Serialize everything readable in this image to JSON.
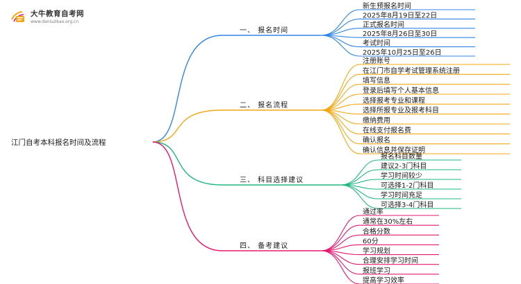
{
  "logo": {
    "brand": "大牛教育自考网",
    "url": "www.daniuzikao.org.cn"
  },
  "root": "江门自考本科报名时间及流程",
  "colors": {
    "blue": "#2f86e8",
    "orange": "#f3a712",
    "green": "#1db67f",
    "pink": "#e5186f"
  },
  "branches": [
    {
      "label": "一、 报名时间",
      "color": "blue",
      "items": [
        "新生预报名时间",
        "2025年8月19日至22日",
        "正式报名时间",
        "2025年8月26日至30日",
        "考试时间",
        "2025年10月25日至26日"
      ]
    },
    {
      "label": "二、 报名流程",
      "color": "orange",
      "items": [
        "注册账号",
        "在江门市自学考试管理系统注册",
        "填写信息",
        "登录后填写个人基本信息",
        "选择报考专业和课程",
        "选择所报专业及报考科目",
        "缴纳费用",
        "在线支付报名费",
        "确认报名",
        "确认信息并保存证明"
      ]
    },
    {
      "label": "三、 科目选择建议",
      "color": "green",
      "items": [
        "报名科目数量",
        "建议2-3门科目",
        "学习时间较少",
        "可选择1-2门科目",
        "学习时间充足",
        "可选择3-4门科目"
      ]
    },
    {
      "label": "四、 备考建议",
      "color": "pink",
      "items": [
        "通过率",
        "通常在30%左右",
        "合格分数",
        "60分",
        "学习规划",
        "合理安排学习时间",
        "报班学习",
        "提高学习效率"
      ]
    }
  ]
}
